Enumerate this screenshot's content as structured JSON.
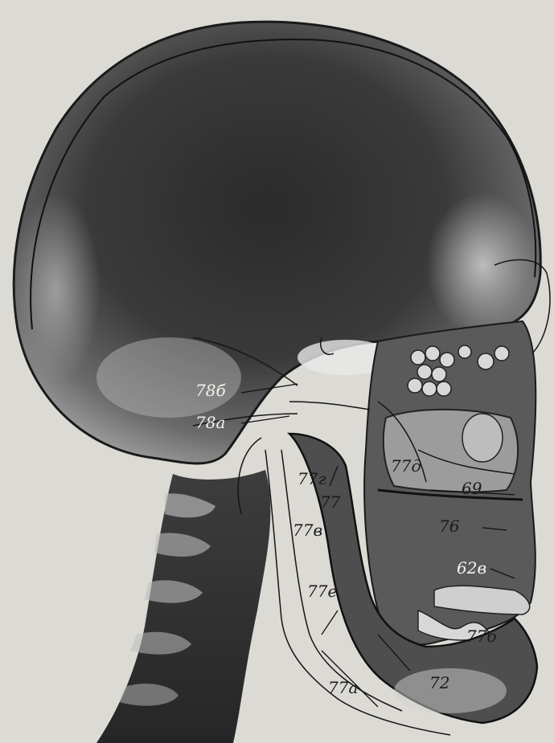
{
  "figure": {
    "labels": {
      "l78b": "78б",
      "l78a": "78а",
      "l77g": "77г",
      "l77d_top": "77д",
      "l69": "69",
      "l77_mid": "77",
      "l76": "76",
      "l77v": "77в",
      "l62v": "62в",
      "l77e": "77е",
      "l77b": "77б",
      "l77a": "77а",
      "l72": "72"
    }
  }
}
